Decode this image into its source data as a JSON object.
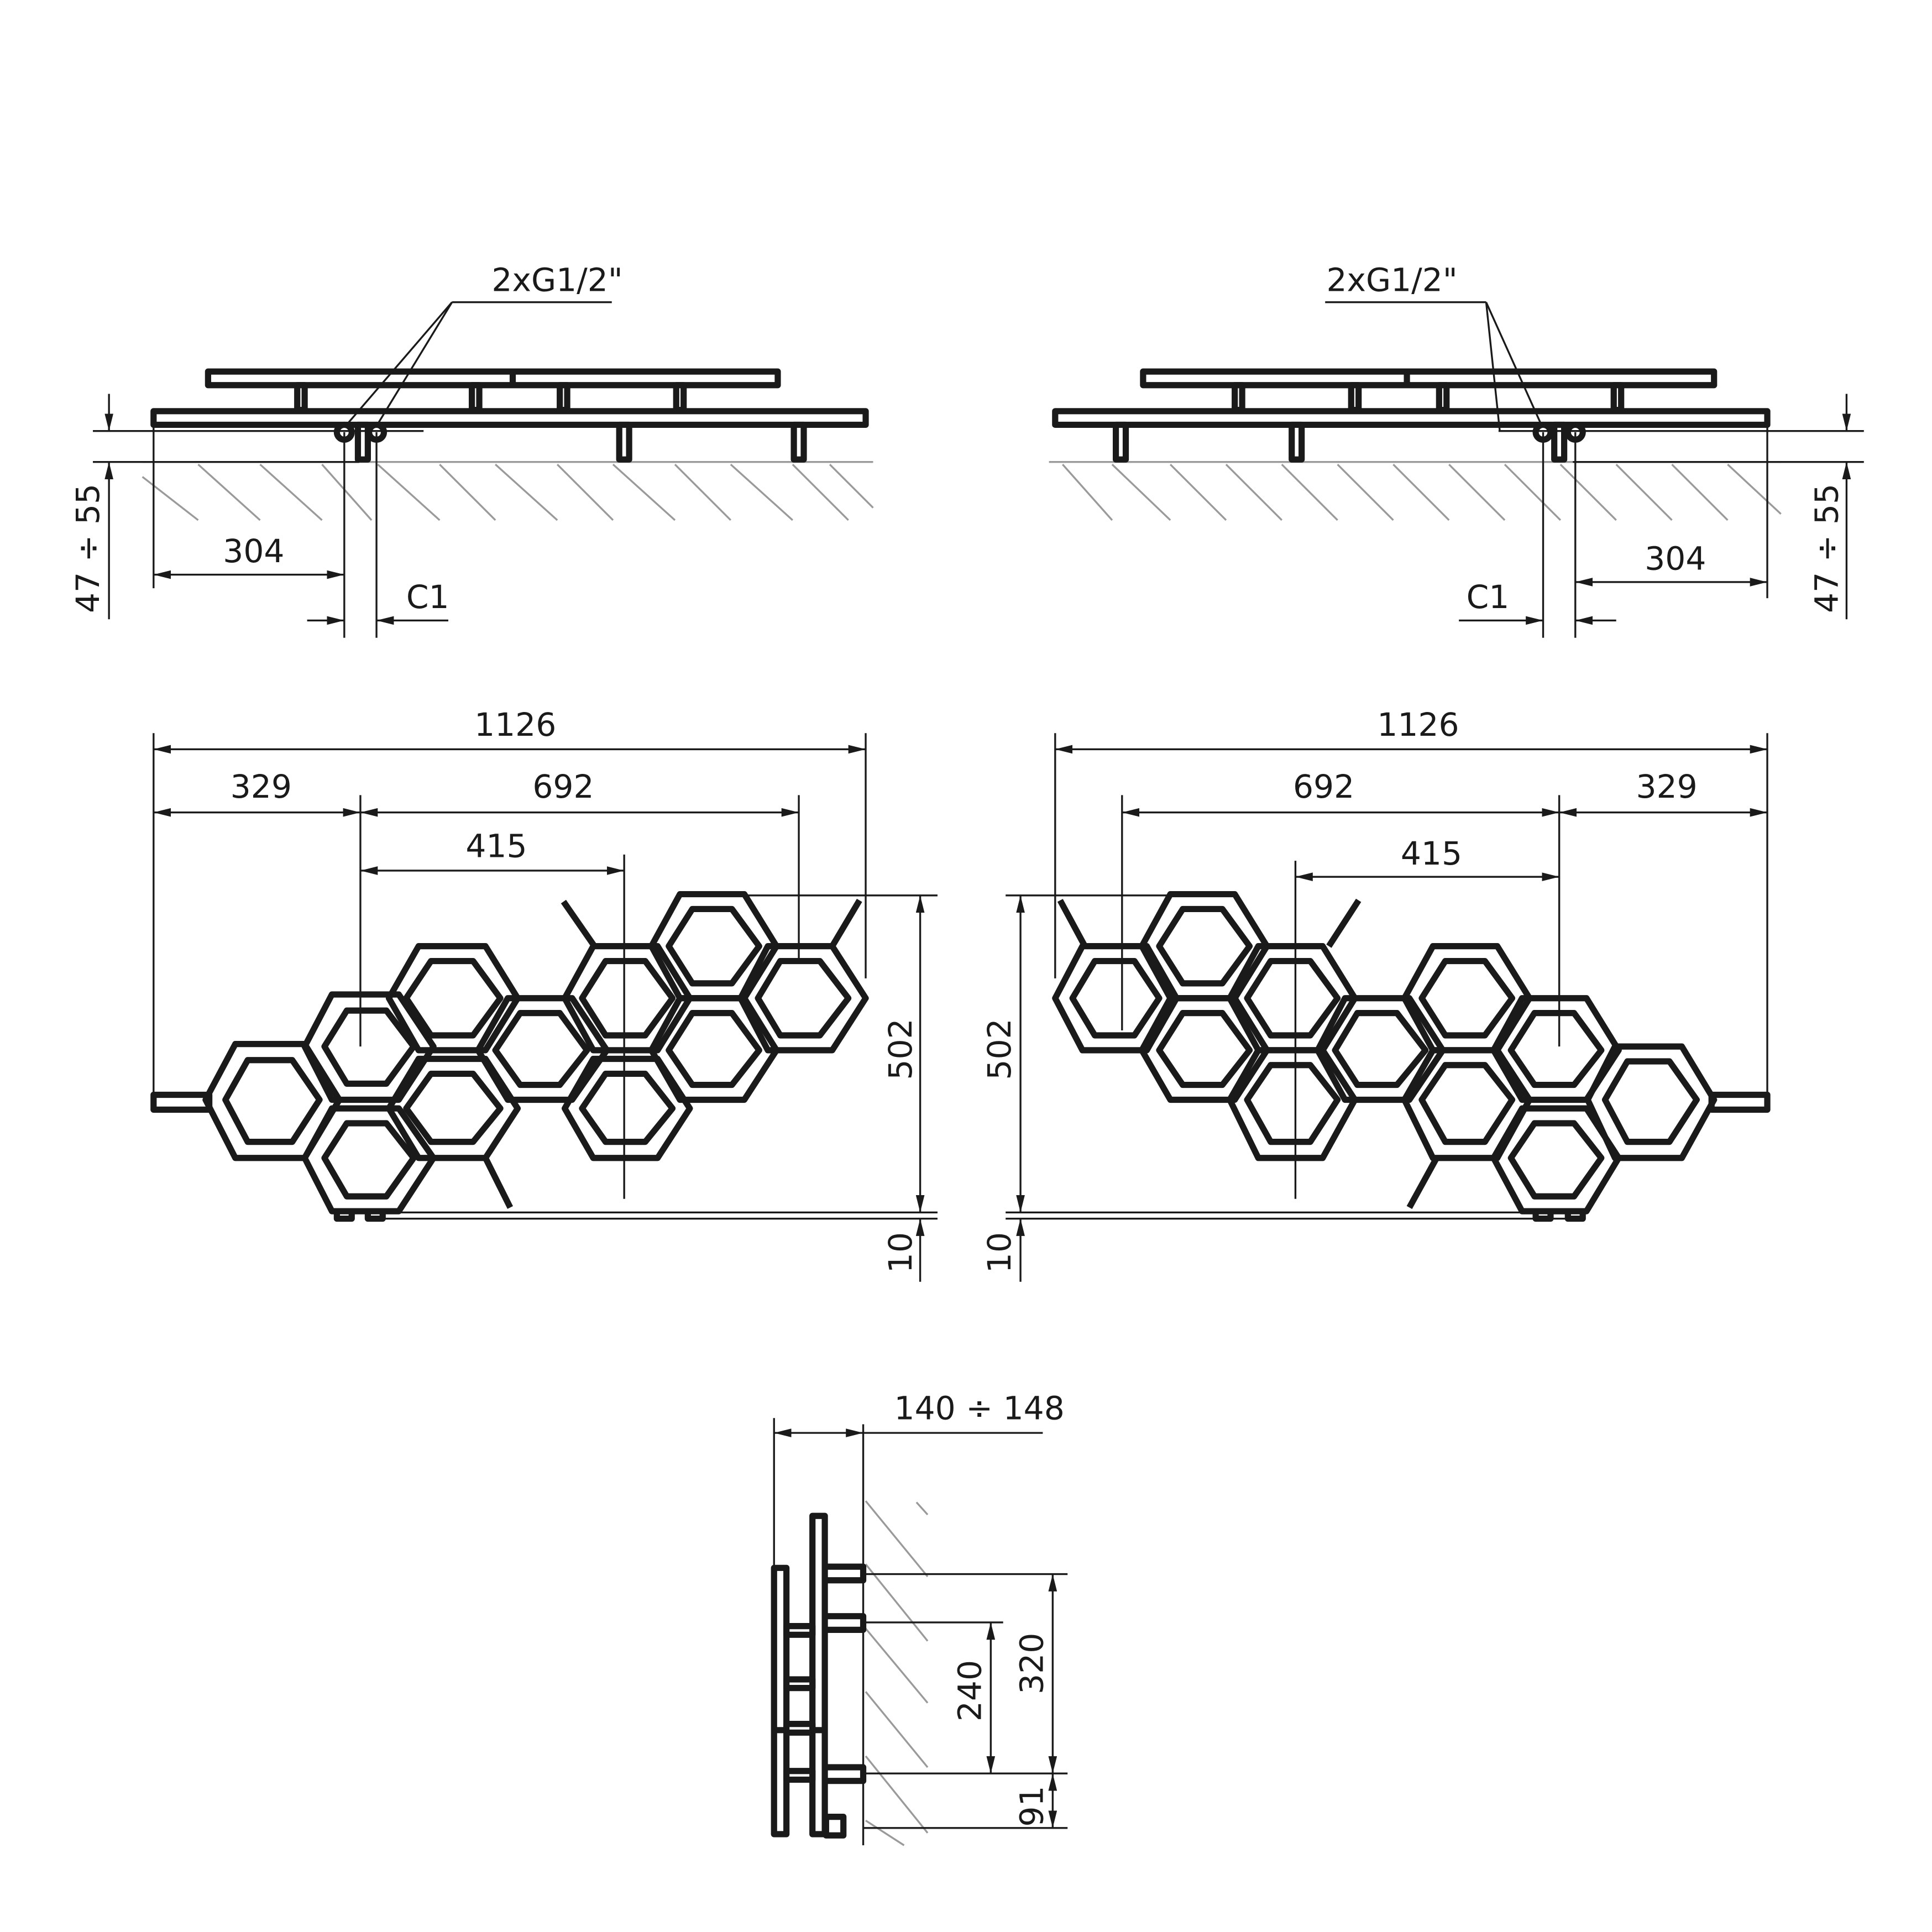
{
  "diagram": {
    "title": "Honeycomb radiator technical drawing",
    "colors": {
      "line": "#1a1a1a",
      "hatch": "#9a9a9a",
      "background": "#ffffff"
    },
    "top_view_left": {
      "connection_label": "2xG1/2\"",
      "dim_offset_label": "304",
      "dim_c1_label": "C1",
      "dim_wall_label": "47 ÷ 55"
    },
    "top_view_right": {
      "connection_label": "2xG1/2\"",
      "dim_offset_label": "304",
      "dim_c1_label": "C1",
      "dim_wall_label": "47 ÷ 55"
    },
    "front_view_left": {
      "width_label": "1126",
      "left_offset_label": "329",
      "span_label": "692",
      "inner_span_label": "415",
      "height_label": "502",
      "bottom_label": "10"
    },
    "front_view_right": {
      "width_label": "1126",
      "span_label": "692",
      "right_offset_label": "329",
      "inner_span_label": "415",
      "height_label": "502",
      "bottom_label": "10"
    },
    "side_view": {
      "depth_label": "140 ÷ 148",
      "bracket_upper_label": "240",
      "bracket_span_label": "320",
      "bottom_offset_label": "91"
    }
  }
}
